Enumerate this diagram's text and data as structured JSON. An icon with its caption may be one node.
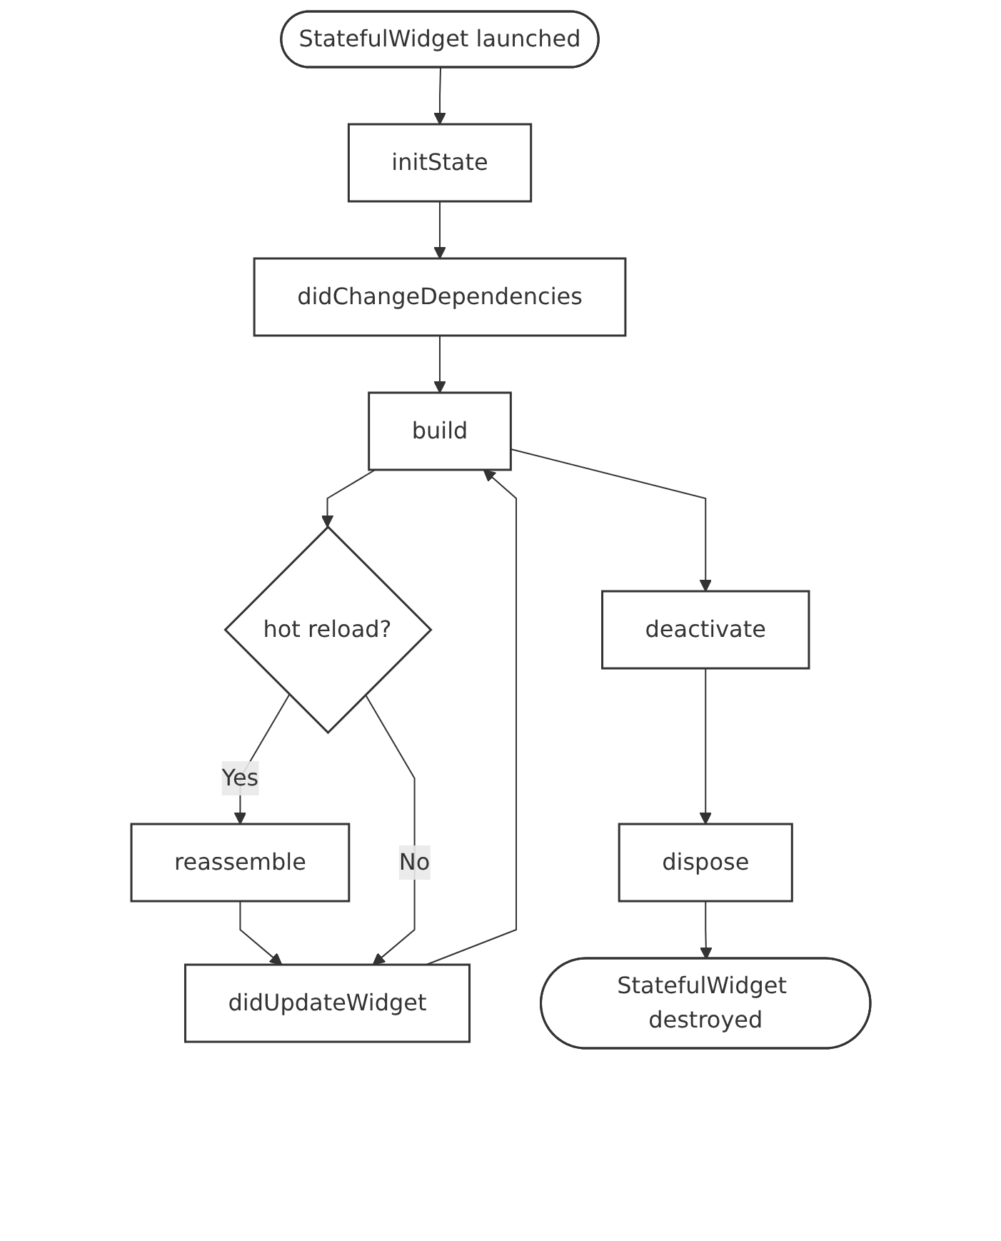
{
  "diagram": {
    "nodes": [
      {
        "text": [
          "StatefulWidget launched"
        ]
      },
      {
        "text": [
          "initState"
        ]
      },
      {
        "text": [
          "didChangeDependencies"
        ]
      },
      {
        "text": [
          "didUpdateWidget"
        ]
      },
      {
        "text": [
          "reassemble"
        ]
      },
      {
        "text": [
          "build"
        ]
      },
      {
        "text": [
          "hot reload?"
        ]
      },
      {
        "text": [
          "deactivate"
        ]
      },
      {
        "text": [
          "dispose"
        ]
      },
      {
        "text": [
          "StatefulWidget destroyed"
        ]
      }
    ],
    "edges": [
      {
        "from": 0,
        "to": 1,
        "arrow": "to"
      },
      {
        "from": 1,
        "to": 2,
        "arrow": "to"
      },
      {
        "from": 2,
        "to": 5,
        "arrow": "to"
      },
      {
        "from": 3,
        "to": 5,
        "arrow": "to"
      },
      {
        "from": 5,
        "to": 6,
        "arrow": "to"
      },
      {
        "from": 6,
        "to": 4,
        "label": "Yes",
        "arrow": "to"
      },
      {
        "from": 4,
        "to": 3,
        "arrow": "to"
      },
      {
        "from": 6,
        "to": 3,
        "label": "No",
        "arrow": "to"
      },
      {
        "from": 5,
        "to": 7,
        "arrow": "to"
      },
      {
        "from": 7,
        "to": 8,
        "arrow": "to"
      },
      {
        "from": 8,
        "to": 9,
        "arrow": "to"
      }
    ]
  }
}
